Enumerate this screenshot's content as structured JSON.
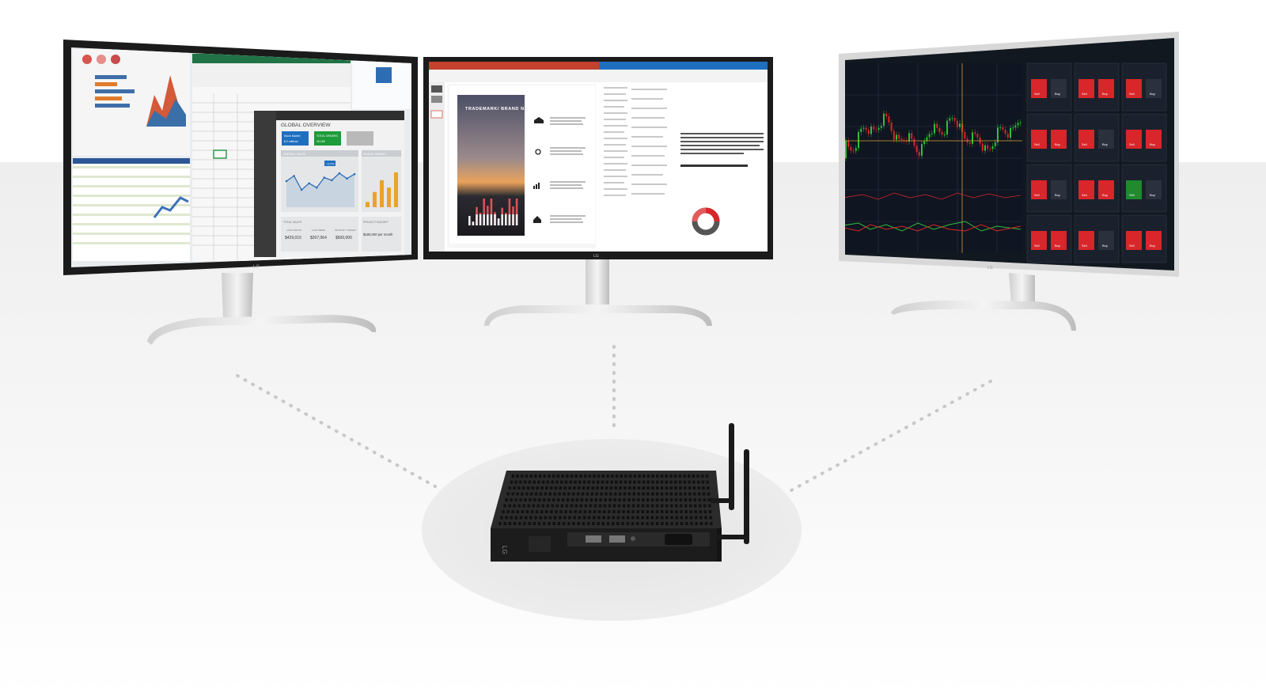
{
  "brand": {
    "logo_text": "LG"
  },
  "colors": {
    "accent_blue": "#1f6fc1",
    "accent_green": "#1e9b3a",
    "accent_orange": "#e8a427",
    "trade_red": "#d8262b",
    "trade_green": "#1f8a2e",
    "terminal_bg": "#121820"
  },
  "left_monitor": {
    "dashboard": {
      "title": "GLOBAL OVERVIEW",
      "cards": [
        {
          "label": "Stock Market",
          "value": "$ 2 millions"
        },
        {
          "label": "TOTAL ORDERS",
          "value": "40,180"
        }
      ],
      "overall_sales_label": "OVERALL SALES",
      "global_market_label": "GLOBAL MARKET",
      "callout": "+17%",
      "total_sales_label": "TOTAL SALES",
      "stats": [
        {
          "label": "LAST MONTH",
          "value": "$429,015"
        },
        {
          "label": "LAST WEEK",
          "value": "$207,064"
        },
        {
          "label": "MONTHLY TARGET",
          "value": "$500,000"
        }
      ],
      "project_budget_label": "PROJECT BUDGET",
      "project_budget_value": "$180,000 per month",
      "line_values": [
        60,
        72,
        40,
        55,
        45,
        68,
        62,
        78,
        66,
        76
      ],
      "bar_values": [
        12,
        35,
        62,
        45,
        80
      ]
    }
  },
  "center_monitor": {
    "slide_title": "TRADEMARK/ BRAND NAME",
    "slide_bars": [
      30,
      12,
      58,
      40,
      85,
      62,
      85,
      42,
      22,
      56,
      40,
      85,
      60,
      85
    ],
    "icons": [
      "user-icon",
      "search-icon",
      "bar-chart-icon",
      "home-icon"
    ]
  },
  "right_monitor": {
    "ticket_buttons": [
      "Sell",
      "Buy"
    ]
  }
}
